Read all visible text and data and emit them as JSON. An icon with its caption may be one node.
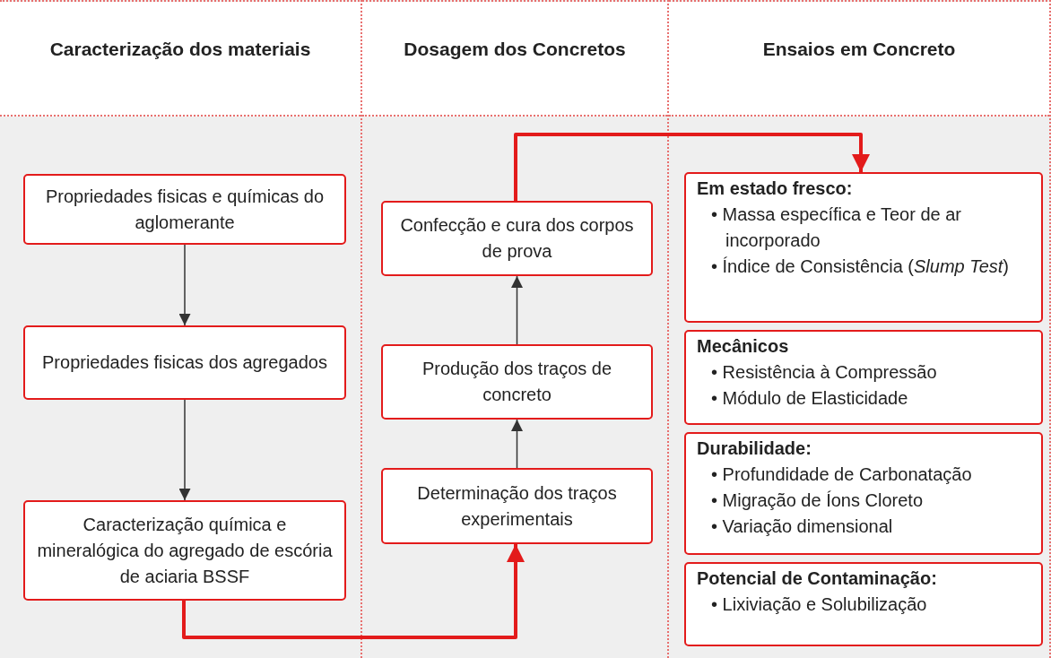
{
  "diagram": {
    "nodes": [
      {
        "text": [
          "Caracterização dos materiais"
        ]
      },
      {
        "text": [
          "Propriedades fisicas e químicas do aglomerante"
        ],
        "in": 0
      },
      {
        "text": [
          "Propriedades fisicas dos agregados"
        ],
        "in": 0
      },
      {
        "text": [
          "Caracterização química e mineralógica do agregado de escória de aciaria BSSF"
        ],
        "in": 0
      },
      {
        "text": [
          "Dosagem dos Concretos"
        ]
      },
      {
        "text": [
          "Confecção e cura dos corpos de prova"
        ],
        "in": 4
      },
      {
        "text": [
          "Produção dos traços de concreto"
        ],
        "in": 4
      },
      {
        "text": [
          "Determinação dos traços experimentais"
        ],
        "in": 4
      },
      {
        "text": [
          "Ensaios em Concreto"
        ]
      },
      {
        "text": [
          "Em estado fresco:",
          "• Massa específica e Teor de ar incorporado",
          "• Índice de Consistência (*Slump Test*)"
        ],
        "in": 8
      },
      {
        "text": [
          "Mecânicos",
          "• Resistência à Compressão",
          "• Módulo de Elasticidade"
        ],
        "in": 8
      },
      {
        "text": [
          "Durabilidade:",
          "• Profundidade de Carbonatação",
          "• Migração de Íons Cloreto",
          "• Variação dimensional"
        ],
        "in": 8
      },
      {
        "text": [
          "Potencial de Contaminação:",
          "• Lixiviação e Solubilização"
        ],
        "in": 8
      }
    ],
    "edges": [
      {
        "from": 1,
        "to": 2,
        "arrow": "to"
      },
      {
        "from": 2,
        "to": 3,
        "arrow": "to"
      },
      {
        "from": 3,
        "to": 7,
        "arrow": "to",
        "style": "thick",
        "color": "#e31b1b"
      },
      {
        "from": 7,
        "to": 6,
        "arrow": "to"
      },
      {
        "from": 6,
        "to": 5,
        "arrow": "to"
      },
      {
        "from": 5,
        "to": 9,
        "arrow": "to",
        "style": "thick",
        "color": "#e31b1b"
      }
    ]
  }
}
